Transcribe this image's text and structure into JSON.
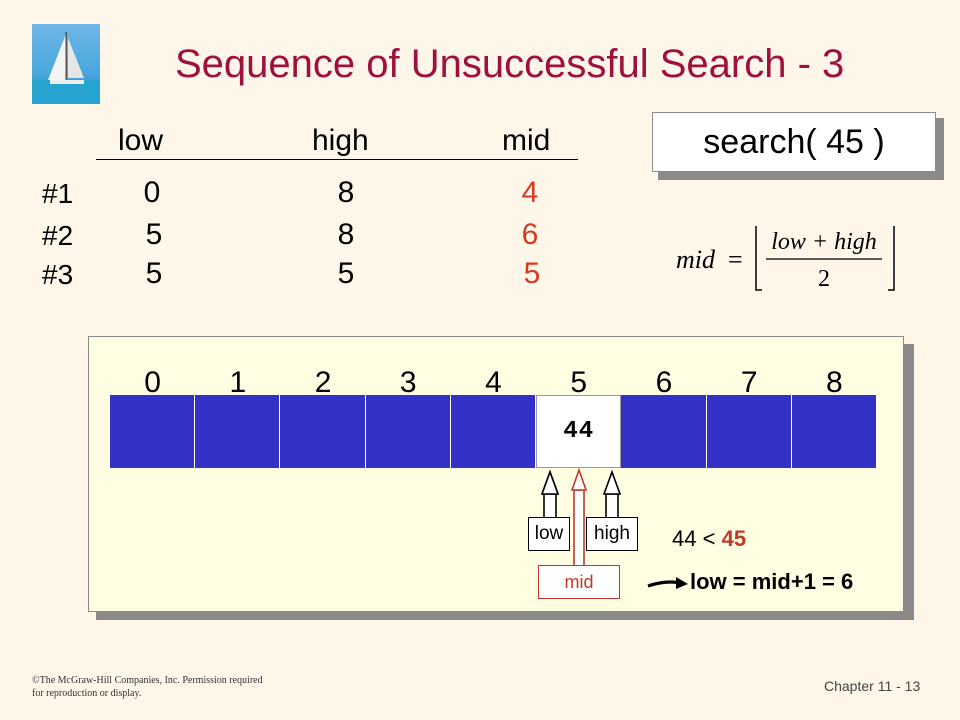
{
  "slide": {
    "title": "Sequence of Unsuccessful Search - 3",
    "search_call": "search( 45 )"
  },
  "table": {
    "headers": [
      "low",
      "high",
      "mid"
    ],
    "rows": [
      {
        "label": "#1",
        "low": "0",
        "high": "8",
        "mid": "4"
      },
      {
        "label": "#2",
        "low": "5",
        "high": "8",
        "mid": "6"
      },
      {
        "label": "#3",
        "low": "5",
        "high": "5",
        "mid": "5"
      }
    ]
  },
  "formula": {
    "lhs": "mid",
    "equals": "=",
    "numerator": "low + high",
    "denominator": "2"
  },
  "array": {
    "indices": [
      "0",
      "1",
      "2",
      "3",
      "4",
      "5",
      "6",
      "7",
      "8"
    ],
    "visible_value": "44",
    "visible_index": 5,
    "pointer_low": "low",
    "pointer_high": "high",
    "pointer_mid": "mid",
    "comparison_left": "44",
    "comparison_op": "<",
    "comparison_right": "45",
    "update": "low = mid+1 = 6"
  },
  "colors": {
    "title": "#a0103c",
    "mid_value": "#d63a1f",
    "array_fill": "#3431c6",
    "panel_bg": "#fffde2",
    "slide_bg": "#fdf6e9"
  },
  "footer": {
    "copyright": "©The McGraw-Hill Companies, Inc. Permission required for reproduction or display.",
    "chapter": "Chapter 11 - 13"
  }
}
